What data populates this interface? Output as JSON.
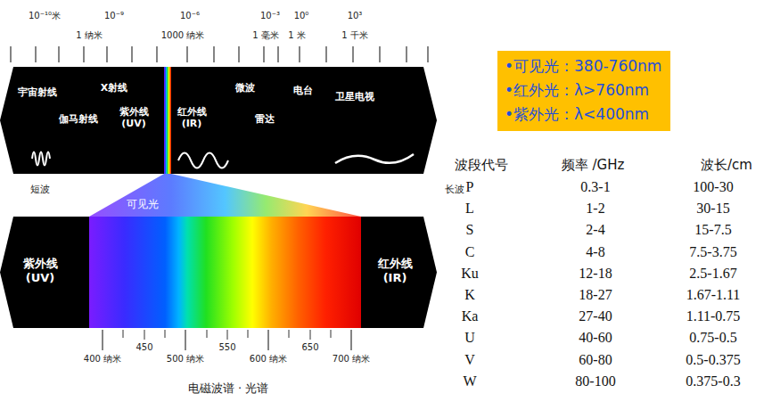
{
  "diagram": {
    "caption": "电磁波谱 · 光谱",
    "nodes": [
      {
        "text": [
          "宇宙射线",
          "X射线",
          "伽马射线",
          "紫外线 (UV)",
          "红外线 (IR)",
          "微波",
          "电台",
          "雷达",
          "卫星电视"
        ]
      },
      {
        "text": [
          "•可见光：380-760nm",
          "•红外光：λ>760nm",
          "•紫外光：λ<400nm"
        ]
      },
      {
        "text": [
          "紫外线 (UV)",
          "红外线 (IR)"
        ]
      }
    ],
    "labels": [
      "10⁻¹⁰米",
      "10⁻⁹",
      "1 纳米",
      "10⁻⁶",
      "1000 纳米",
      "10⁻³",
      "1 毫米",
      "10⁰",
      "1 米",
      "10³",
      "1 千米",
      "短波",
      "长波",
      "可见光",
      "400 纳米",
      "450",
      "500 纳米",
      "550",
      "600 纳米",
      "650",
      "700 纳米",
      "波段代号",
      "频率 /GHz",
      "波长/cm",
      "P",
      "0.3-1",
      "100-30",
      "L",
      "1-2",
      "30-15",
      "S",
      "2-4",
      "15-7.5",
      "C",
      "4-8",
      "7.5-3.75",
      "Ku",
      "12-18",
      "2.5-1.67",
      "K",
      "18-27",
      "1.67-1.11",
      "Ka",
      "27-40",
      "1.11-0.75",
      "U",
      "40-60",
      "0.75-0.5",
      "V",
      "60-80",
      "0.5-0.375",
      "W",
      "80-100",
      "0.375-0.3"
    ]
  }
}
